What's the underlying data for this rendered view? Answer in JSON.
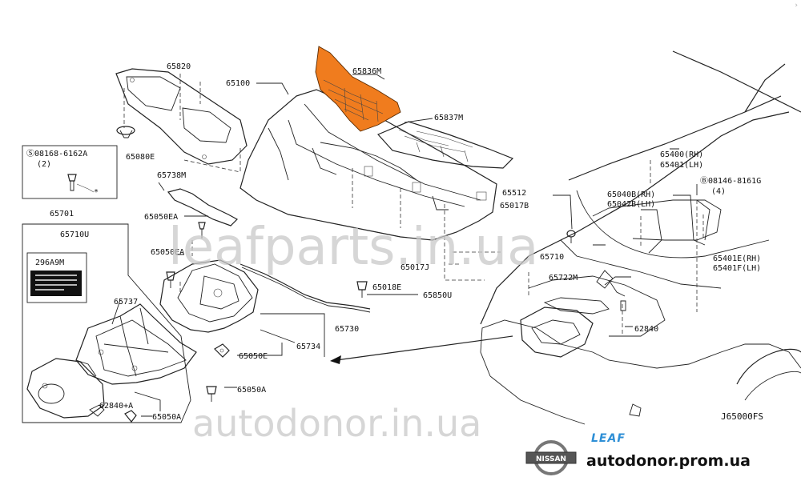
{
  "labels": {
    "p65820": "65820",
    "p65100": "65100",
    "p65836M": "65836M",
    "p65837M": "65837M",
    "p65080E": "65080E",
    "p08168": "Ⓢ08168-6162A",
    "p08168_qty": "(2)",
    "p65738M": "65738M",
    "p65701": "65701",
    "p65710U": "65710U",
    "p296A9M": "296A9M",
    "p65737": "65737",
    "p65050EA_1": "65050EA",
    "p65050EA_2": "65050EA",
    "p65512": "65512",
    "p65017B": "65017B",
    "p65017J": "65017J",
    "p65018E": "65018E",
    "p65850U": "65850U",
    "p65730": "65730",
    "p65734": "65734",
    "p65050E": "65050E",
    "p65050A_1": "65050A",
    "p65050A_2": "65050A",
    "p62840A": "62840+A",
    "p65710": "65710",
    "p65722M": "65722M",
    "p62840": "62840",
    "p65400": "65400(RH)",
    "p65401": "65401(LH)",
    "p08146": "Ⓑ08146-8161G",
    "p08146_qty": "(4)",
    "p65040B": "65040B(RH)",
    "p65042B": "65042B(LH)",
    "p65401E": "65401E(RH)",
    "p65401F": "65401F(LH)"
  },
  "diagram_code": "J65000FS",
  "watermarks": {
    "main": "leafparts.in.ua",
    "bottom": "autodonor.in.ua"
  },
  "brand": {
    "logo_text": "NISSAN",
    "model": "LEAF",
    "site": "autodonor.prom.ua"
  },
  "colors": {
    "highlight": "#f07c1e",
    "leaf_blue": "#2e8fd6"
  },
  "corner_mark": "›"
}
